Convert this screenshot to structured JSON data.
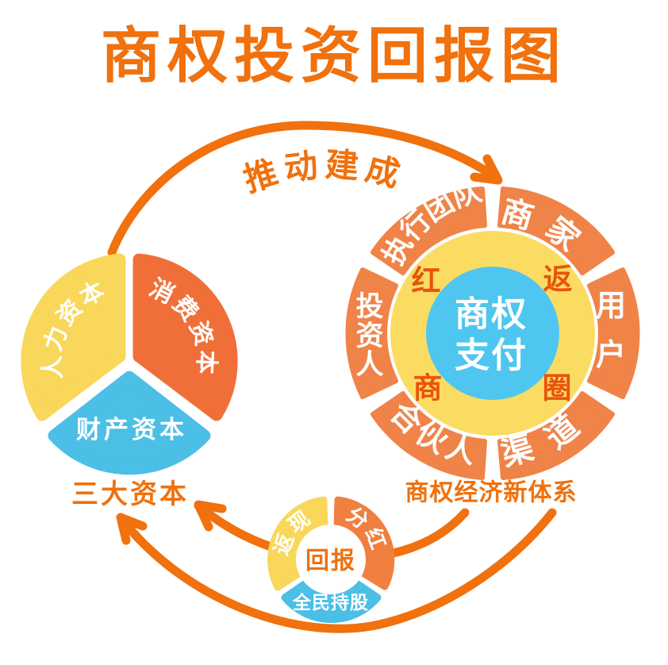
{
  "title": "商权投资回报图",
  "top_arrow_label": "推动建成",
  "colors": {
    "strong_orange": "#F0710D",
    "pie_orange": "#F06F38",
    "wheel_segment_orange": "#F08348",
    "small_orange": "#F08040",
    "yellow": "#F9D75A",
    "ring_yellow": "#FBDC63",
    "blue": "#4BBFE6",
    "center_blue": "#4FC6EF",
    "ring_char_orange": "#E8540E",
    "white": "#FFFFFF"
  },
  "capital_pie": {
    "caption": "三大资本",
    "slices": [
      {
        "label": "人力资本",
        "color": "#F9D75A"
      },
      {
        "label": "消费资本",
        "color": "#F06F38"
      },
      {
        "label": "财产资本",
        "color": "#4BBFE6"
      }
    ]
  },
  "payment_wheel": {
    "caption": "商权经济新体系",
    "center_line1": "商权",
    "center_line2": "支付",
    "ring_chars": [
      "红",
      "返",
      "商",
      "圈"
    ],
    "segments": [
      {
        "label": "商家"
      },
      {
        "label": "用户"
      },
      {
        "label": "渠道"
      },
      {
        "label": "合伙人"
      },
      {
        "label": "投资人"
      },
      {
        "label": "执行团队"
      }
    ],
    "user_chars": [
      "用",
      "户"
    ],
    "investor_chars": [
      "投",
      "资",
      "人"
    ]
  },
  "return_wheel": {
    "center_label": "回报",
    "segments": [
      {
        "label": "返现",
        "color": "#F9D75A"
      },
      {
        "label": "分红",
        "color": "#F08040"
      },
      {
        "label": "全民持股",
        "color": "#4BBFE6"
      }
    ]
  }
}
